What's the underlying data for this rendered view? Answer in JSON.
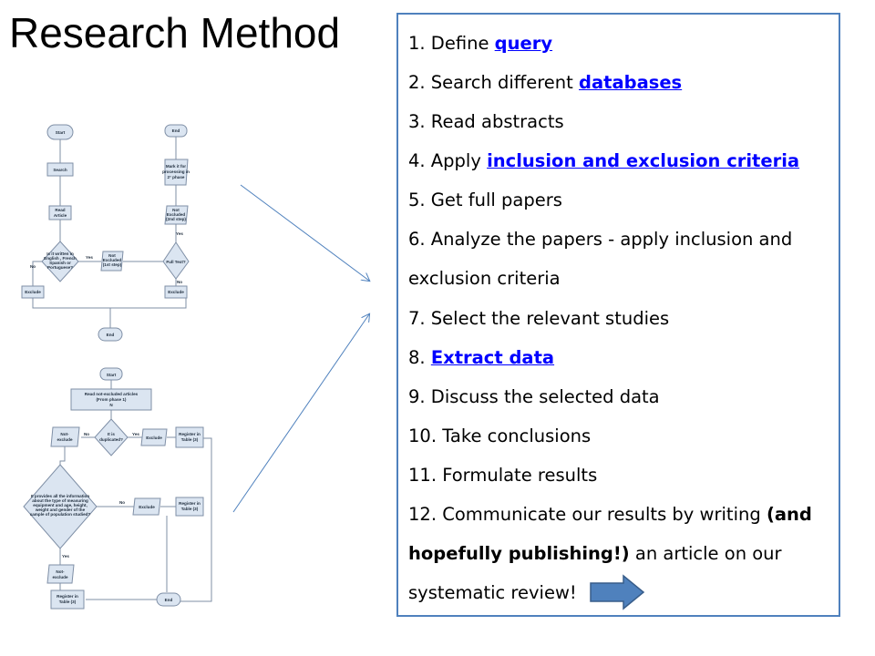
{
  "title": "Research Method",
  "steps": [
    {
      "prefix": "1. Define ",
      "link": "query"
    },
    {
      "prefix": "2. Search different ",
      "link": "databases"
    },
    {
      "prefix": "3. Read abstracts"
    },
    {
      "prefix": "4. Apply ",
      "link": "inclusion and exclusion criteria"
    },
    {
      "prefix": "5. Get full papers"
    },
    {
      "prefix": "6. Analyze the papers - apply inclusion and"
    },
    {
      "prefix": "exclusion criteria"
    },
    {
      "prefix": "7. Select the relevant studies"
    },
    {
      "prefix": "8. ",
      "link": "Extract data"
    },
    {
      "prefix": "9. Discuss the selected data"
    },
    {
      "prefix": "10. Take conclusions"
    },
    {
      "prefix": "11. Formulate results"
    },
    {
      "prefix": "12. Communicate our results by writing ",
      "bold": "(and"
    },
    {
      "bold": "hopefully publishing!)",
      "suffix": " an article on our"
    },
    {
      "prefix": "systematic review!"
    }
  ],
  "flow1": {
    "start": "Start",
    "search": "Search",
    "read_article": [
      "Read",
      "Article"
    ],
    "decision_language": [
      "Is it written in",
      "English , French",
      "Spanish or",
      "Portuguese?"
    ],
    "yes": "Yes",
    "no": "No",
    "not_excluded_1st": [
      "Not",
      "Excluded",
      "(1st step)"
    ],
    "full_text": "Full Text?",
    "exclude": "Exclude",
    "not_excluded_2nd": [
      "Not",
      "Excluded",
      "(2nd step)"
    ],
    "mark_phase2": [
      "Mark it for",
      "processing in",
      "2° phase"
    ],
    "end": "End"
  },
  "flow2": {
    "start": "Start",
    "read_not_excluded": [
      "Read  not-excluded articles",
      "(From phase 1)",
      "N"
    ],
    "is_duplicated": [
      "It is",
      "duplicated?"
    ],
    "yes": "Yes",
    "no": "No",
    "exclude": "Exclude",
    "register_table": [
      "Register in",
      "Table (3)"
    ],
    "not_exclude": [
      "Not-",
      "exclude"
    ],
    "provides_info": [
      "It provides all the information",
      "about the type of measuring",
      "equipment and age, height,",
      "weight and gender of the",
      "sample of population studied?"
    ],
    "end": "End"
  },
  "colors": {
    "box_border": "#4f81bd",
    "link": "#0000ff",
    "connector": "#4f81bd",
    "flow_fill": "#dbe5f1",
    "flow_stroke": "#7f8fa6",
    "big_arrow_fill": "#4f81bd",
    "big_arrow_stroke": "#385d8a"
  },
  "icons": {
    "big_arrow": "right-arrow-icon"
  }
}
